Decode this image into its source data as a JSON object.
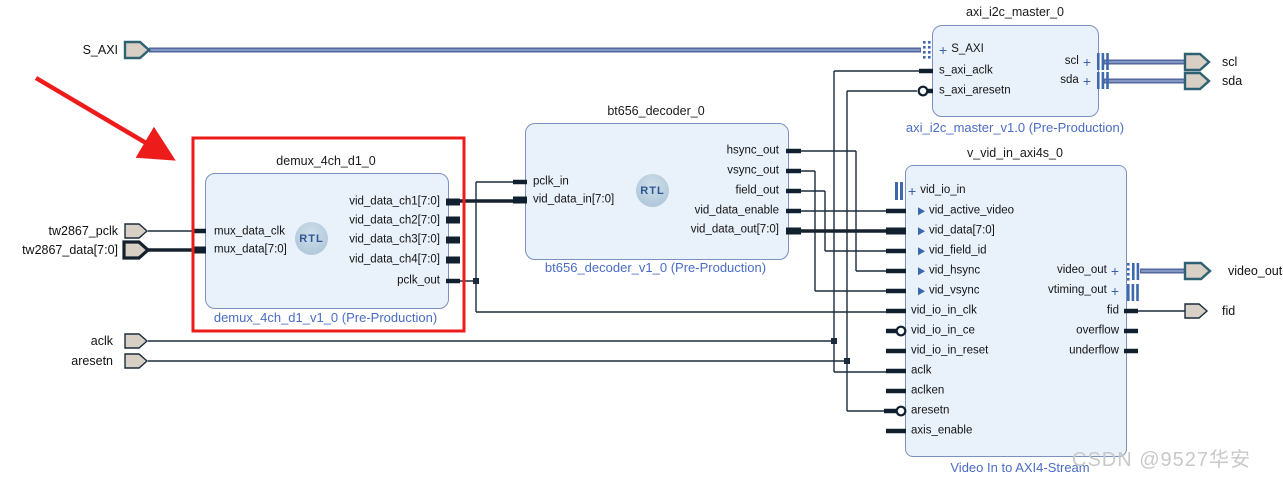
{
  "watermark": {
    "text": "CSDN @9527华安"
  },
  "icons": {
    "plus_glyph": "+",
    "rtl_badge": "RTL"
  },
  "colors": {
    "block_fill": "#e9f1fb",
    "block_border": "#7b91bf",
    "subtitle_blue": "#4a6cc4",
    "wire_dark": "#1b2b3c",
    "wire_blue": "#5673a6",
    "annotation_red": "#ee1b1b",
    "port_fill": "#d8cfc5",
    "interface_teal": "#2e6171",
    "badge_text": "#2d5892",
    "watermark_gray": "#c9c9c9",
    "marker_blue": "#3f69ad"
  },
  "external_ports": {
    "inputs": [
      {
        "label": "S_AXI",
        "type": "interface"
      },
      {
        "label": "tw2867_pclk",
        "type": "scalar"
      },
      {
        "label": "tw2867_data[7:0]",
        "type": "bus"
      },
      {
        "label": "aclk",
        "type": "scalar"
      },
      {
        "label": "aresetn",
        "type": "scalar"
      }
    ],
    "outputs": [
      {
        "label": "scl",
        "type": "interface"
      },
      {
        "label": "sda",
        "type": "interface"
      },
      {
        "label": "video_out",
        "type": "interface"
      },
      {
        "label": "fid",
        "type": "scalar"
      }
    ]
  },
  "blocks": {
    "demux": {
      "title": "demux_4ch_d1_0",
      "subtitle": "demux_4ch_d1_v1_0 (Pre-Production)",
      "badge": "RTL",
      "left_pins": [
        {
          "label": "mux_data_clk"
        },
        {
          "label": "mux_data[7:0]"
        }
      ],
      "right_pins": [
        {
          "label": "vid_data_ch1[7:0]"
        },
        {
          "label": "vid_data_ch2[7:0]"
        },
        {
          "label": "vid_data_ch3[7:0]"
        },
        {
          "label": "vid_data_ch4[7:0]"
        },
        {
          "label": "pclk_out"
        }
      ]
    },
    "bt656": {
      "title": "bt656_decoder_0",
      "subtitle": "bt656_decoder_v1_0 (Pre-Production)",
      "badge": "RTL",
      "left_pins": [
        {
          "label": "pclk_in"
        },
        {
          "label": "vid_data_in[7:0]"
        }
      ],
      "right_pins": [
        {
          "label": "hsync_out"
        },
        {
          "label": "vsync_out"
        },
        {
          "label": "field_out"
        },
        {
          "label": "vid_data_enable"
        },
        {
          "label": "vid_data_out[7:0]"
        }
      ]
    },
    "i2c": {
      "title": "axi_i2c_master_0",
      "subtitle": "axi_i2c_master_v1.0 (Pre-Production)",
      "left_pins": [
        {
          "label": "S_AXI",
          "marker": "plus"
        },
        {
          "label": "s_axi_aclk"
        },
        {
          "label": "s_axi_aresetn",
          "bubble": true
        }
      ],
      "right_pins": [
        {
          "label": "scl",
          "marker": "plus"
        },
        {
          "label": "sda",
          "marker": "plus"
        }
      ]
    },
    "v_vid": {
      "title": "v_vid_in_axi4s_0",
      "subtitle": "Video In to AXI4-Stream",
      "left_pins": [
        {
          "label": "vid_io_in",
          "marker": "plus"
        },
        {
          "label": "vid_active_video",
          "marker": "arrow"
        },
        {
          "label": "vid_data[7:0]",
          "marker": "arrow"
        },
        {
          "label": "vid_field_id",
          "marker": "arrow"
        },
        {
          "label": "vid_hsync",
          "marker": "arrow"
        },
        {
          "label": "vid_vsync",
          "marker": "arrow"
        },
        {
          "label": "vid_io_in_clk"
        },
        {
          "label": "vid_io_in_ce",
          "bubble": true
        },
        {
          "label": "vid_io_in_reset"
        },
        {
          "label": "aclk"
        },
        {
          "label": "aclken"
        },
        {
          "label": "aresetn",
          "bubble": true
        },
        {
          "label": "axis_enable"
        }
      ],
      "right_pins": [
        {
          "label": "video_out",
          "marker": "plus"
        },
        {
          "label": "vtiming_out",
          "marker": "plus"
        },
        {
          "label": "fid"
        },
        {
          "label": "overflow"
        },
        {
          "label": "underflow"
        }
      ]
    }
  }
}
